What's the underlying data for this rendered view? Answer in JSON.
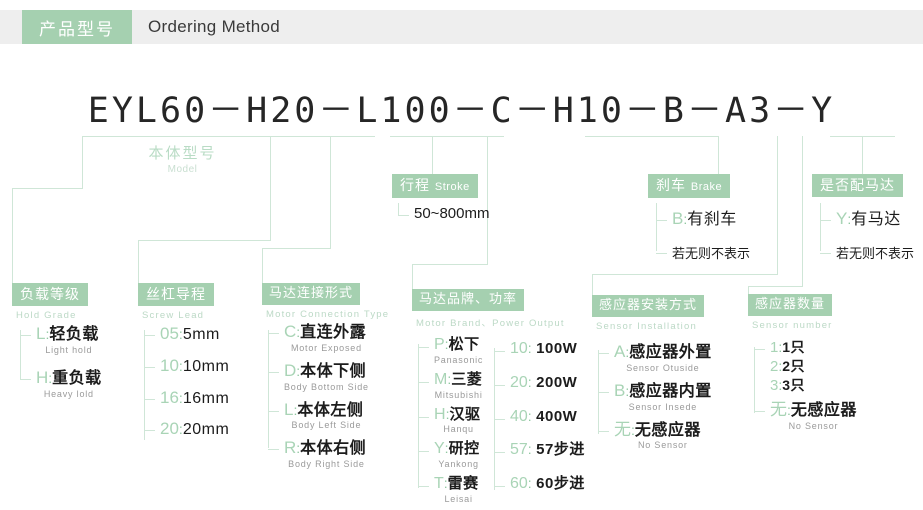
{
  "header": {
    "tag": "产品型号",
    "title": "Ordering Method"
  },
  "model_code": "EYL60－H20－L100－C－H10－B－A3－Y",
  "sections": {
    "model": {
      "cn": "本体型号",
      "en": "Model"
    },
    "hold_grade": {
      "cn": "负载等级",
      "en": "Hold Grade",
      "options": [
        {
          "code": "L",
          "cn": "轻负载",
          "en": "Light hold"
        },
        {
          "code": "H",
          "cn": "重负载",
          "en": "Heavy lold"
        }
      ]
    },
    "screw_lead": {
      "cn": "丝杠导程",
      "en": "Screw Lead",
      "options": [
        {
          "code": "05",
          "cn": "5mm"
        },
        {
          "code": "10",
          "cn": "10mm"
        },
        {
          "code": "16",
          "cn": "16mm"
        },
        {
          "code": "20",
          "cn": "20mm"
        }
      ]
    },
    "motor_connection": {
      "cn": "马达连接形式",
      "en": "Motor Connection Type",
      "options": [
        {
          "code": "C",
          "cn": "直连外露",
          "en": "Motor Exposed"
        },
        {
          "code": "D",
          "cn": "本体下侧",
          "en": "Body Bottom Side"
        },
        {
          "code": "L",
          "cn": "本体左侧",
          "en": "Body Left Side"
        },
        {
          "code": "R",
          "cn": "本体右侧",
          "en": "Body Right Side"
        }
      ]
    },
    "stroke": {
      "cn": "行程",
      "en": "Stroke",
      "value": "50~800mm"
    },
    "motor_brand": {
      "cn": "马达品牌、功率",
      "en": "Motor Brand、Power Output",
      "brands": [
        {
          "code": "P",
          "cn": "松下",
          "en": "Panasonic"
        },
        {
          "code": "M",
          "cn": "三菱",
          "en": "Mitsubishi"
        },
        {
          "code": "H",
          "cn": "汉驱",
          "en": "Hanqu"
        },
        {
          "code": "Y",
          "cn": "研控",
          "en": "Yankong"
        },
        {
          "code": "T",
          "cn": "雷赛",
          "en": "Leisai"
        }
      ],
      "powers": [
        {
          "code": "10",
          "cn": "100W"
        },
        {
          "code": "20",
          "cn": "200W"
        },
        {
          "code": "40",
          "cn": "400W"
        },
        {
          "code": "57",
          "cn": "57步进"
        },
        {
          "code": "60",
          "cn": "60步进"
        }
      ]
    },
    "sensor_installation": {
      "cn": "感应器安装方式",
      "en": "Sensor Installation",
      "options": [
        {
          "code": "A",
          "cn": "感应器外置",
          "en": "Sensor Otuside"
        },
        {
          "code": "B",
          "cn": "感应器内置",
          "en": "Sensor Insede"
        },
        {
          "code": "无",
          "cn": "无感应器",
          "en": "No Sensor"
        }
      ]
    },
    "sensor_number": {
      "cn": "感应器数量",
      "en": "Sensor number",
      "options": [
        {
          "code": "1",
          "cn": "1只"
        },
        {
          "code": "2",
          "cn": "2只"
        },
        {
          "code": "3",
          "cn": "3只"
        }
      ],
      "none": {
        "code": "无",
        "cn": "无感应器",
        "en": "No Sensor"
      }
    },
    "brake": {
      "cn": "刹车",
      "en": "Brake",
      "option": {
        "code": "B",
        "cn": "有刹车"
      },
      "note": "若无则不表示"
    },
    "motor_equipped": {
      "cn": "是否配马达",
      "option": {
        "code": "Y",
        "cn": "有马达"
      },
      "note": "若无则不表示"
    }
  },
  "colors": {
    "green_tag": "#a5d0b0",
    "line": "#cfe6d7",
    "code_text": "#a9d4b6",
    "header_band": "#eeeeee"
  }
}
